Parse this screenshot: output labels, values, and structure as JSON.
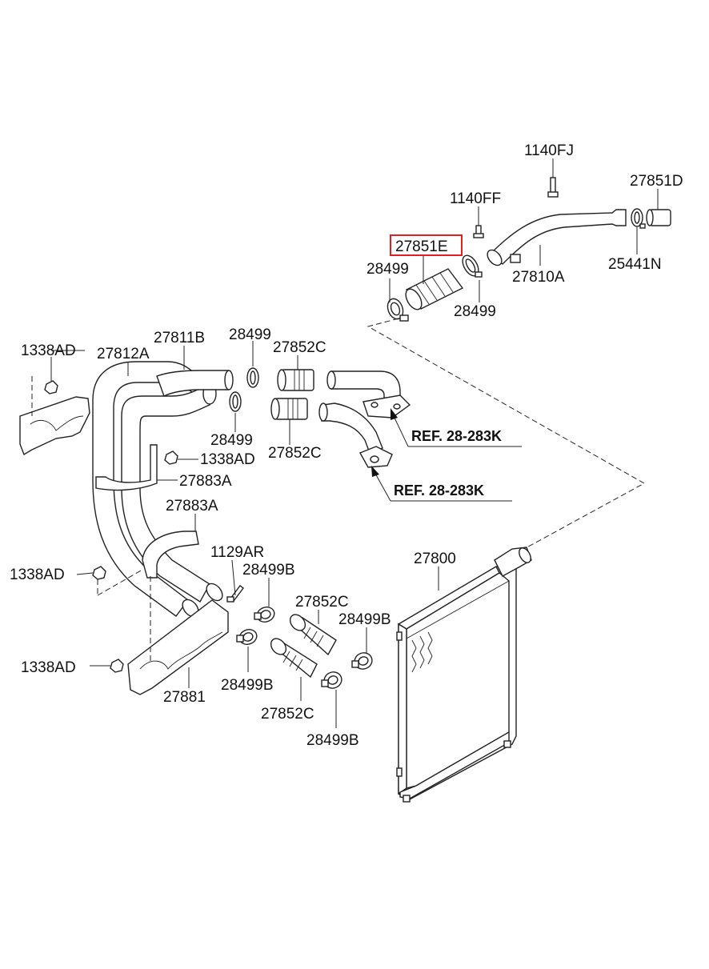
{
  "highlight_color": "#e02020",
  "labels": {
    "p1140FJ": "1140FJ",
    "p27851D": "27851D",
    "p1140FF": "1140FF",
    "p27851E": "27851E",
    "p28499_a": "28499",
    "p28499_b": "28499",
    "p27810A": "27810A",
    "p25441N": "25441N",
    "p1338AD_a": "1338AD",
    "p27812A": "27812A",
    "p27811B": "27811B",
    "p28499_c": "28499",
    "p27852C_a": "27852C",
    "p28499_d": "28499",
    "p27852C_b": "27852C",
    "p1338AD_b": "1338AD",
    "p27883A_a": "27883A",
    "p27883A_b": "27883A",
    "p1129AR": "1129AR",
    "p1338AD_c": "1338AD",
    "p28499B_a": "28499B",
    "p27800": "27800",
    "p27852C_c": "27852C",
    "p28499B_b": "28499B",
    "p1338AD_d": "1338AD",
    "p28499B_c": "28499B",
    "p27881": "27881",
    "p27852C_d": "27852C",
    "p28499B_d": "28499B"
  },
  "refs": {
    "ref_a": "REF. 28-283K",
    "ref_b": "REF. 28-283K"
  }
}
